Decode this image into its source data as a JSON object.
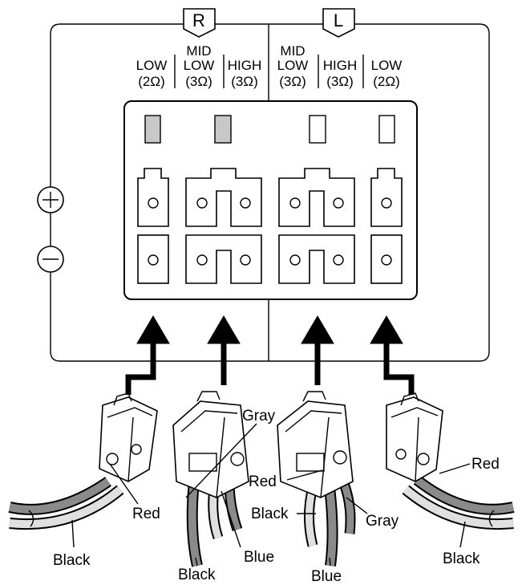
{
  "channels": {
    "right": "R",
    "left": "L"
  },
  "columns": {
    "r1": {
      "line1": "LOW",
      "line2": "(2Ω)"
    },
    "r2": {
      "line0": "MID",
      "line1": "LOW",
      "line2": "(3Ω)"
    },
    "r3": {
      "line1": "HIGH",
      "line2": "(3Ω)"
    },
    "l1": {
      "line0": "MID",
      "line1": "LOW",
      "line2": "(3Ω)"
    },
    "l2": {
      "line1": "HIGH",
      "line2": "(3Ω)"
    },
    "l3": {
      "line1": "LOW",
      "line2": "(2Ω)"
    }
  },
  "polarity": {
    "plus": "+",
    "minus": "−"
  },
  "wires": {
    "c1": {
      "red": "Red",
      "black": "Black"
    },
    "c2": {
      "gray": "Gray",
      "black": "Black",
      "blue": "Blue"
    },
    "c3": {
      "red": "Red",
      "black": "Black",
      "gray": "Gray",
      "blue": "Blue"
    },
    "c4": {
      "red": "Red",
      "black": "Black"
    }
  },
  "colors": {
    "wire_gray": "#8a8a8a",
    "wire_light": "#d6d6d6",
    "indicator_gray": "#c8c8c8",
    "line": "#000000"
  }
}
